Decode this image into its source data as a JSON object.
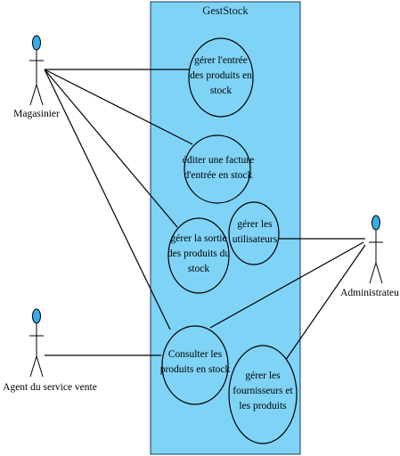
{
  "system": {
    "title": "GestStock",
    "fill": "#7fd3f6"
  },
  "actors": {
    "magasinier": "Magasinier",
    "agent": "Agent du service vente",
    "admin": "Administrateu"
  },
  "use_cases": {
    "uc1": "gérer l'entrée\ndes produits en\nstock",
    "uc2": "éditer une facture\nd'entrée en stock",
    "uc3": "gérer la sortie\ndes produits du\nstock",
    "uc4": "gérer les\nutilisateurs",
    "uc5": "Consulter les\nproduits en stock",
    "uc6": "gérer les\nfournisseurs et\nles produits"
  },
  "associations": [
    {
      "from": "magasinier",
      "to": "uc1"
    },
    {
      "from": "magasinier",
      "to": "uc2"
    },
    {
      "from": "magasinier",
      "to": "uc3"
    },
    {
      "from": "magasinier",
      "to": "uc5"
    },
    {
      "from": "agent",
      "to": "uc5"
    },
    {
      "from": "admin",
      "to": "uc4"
    },
    {
      "from": "admin",
      "to": "uc5"
    },
    {
      "from": "admin",
      "to": "uc6"
    }
  ],
  "colors": {
    "actor_head": "#35aee8",
    "line": "#000000"
  }
}
